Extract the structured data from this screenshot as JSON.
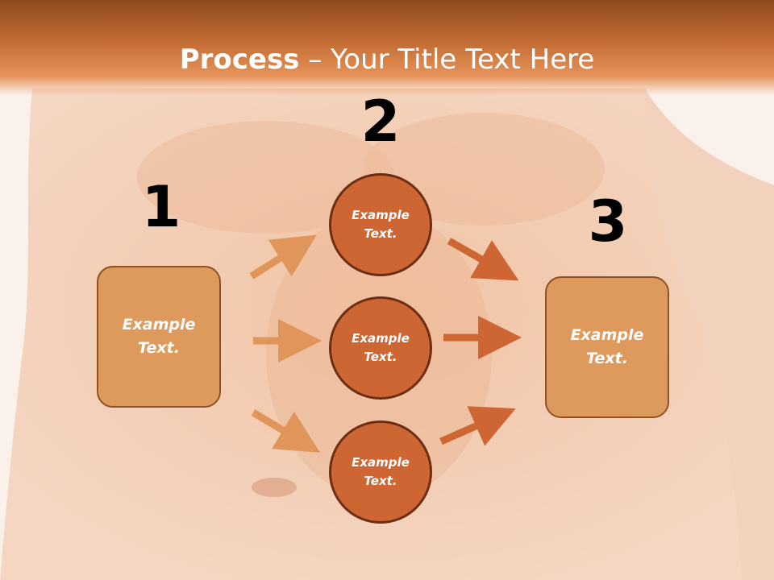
{
  "slide": {
    "title_bold": "Process",
    "title_rest": " – Your Title Text Here"
  },
  "steps": {
    "step1_number": "1",
    "step2_number": "2",
    "step3_number": "3"
  },
  "shapes": {
    "left_box": "Example\nText.",
    "circle_top": "Example\nText.",
    "circle_middle": "Example\nText.",
    "circle_bottom": "Example\nText.",
    "right_box": "Example\nText."
  },
  "colors": {
    "header": "#c36d34",
    "box_fill": "#de9a5c",
    "circle_fill": "#cd6633",
    "arrow_light": "#e0955a",
    "arrow_dark": "#cd6633"
  }
}
